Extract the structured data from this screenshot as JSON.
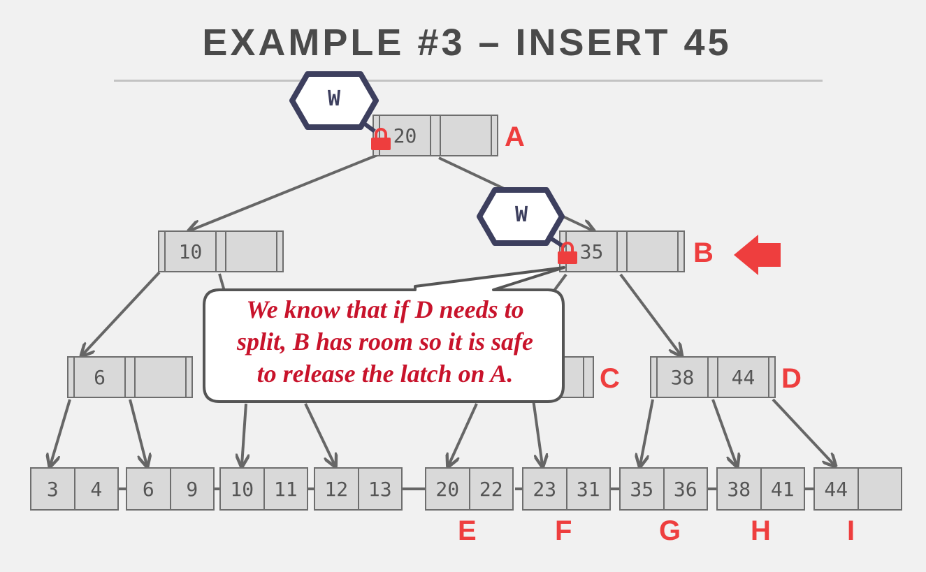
{
  "title": "EXAMPLE #3 – INSERT 45",
  "latch_label": "W",
  "nodes": {
    "A": {
      "keys": [
        "20",
        ""
      ],
      "label": "A"
    },
    "B": {
      "keys": [
        "35",
        ""
      ],
      "label": "B"
    },
    "root_left": {
      "keys": [
        "10",
        ""
      ]
    },
    "left_inner": {
      "keys": [
        "6",
        ""
      ]
    },
    "C": {
      "label": "C"
    },
    "D": {
      "keys": [
        "38",
        "44"
      ],
      "label": "D"
    }
  },
  "leaves": [
    {
      "keys": [
        "3",
        "4"
      ]
    },
    {
      "keys": [
        "6",
        "9"
      ]
    },
    {
      "keys": [
        "10",
        "11"
      ]
    },
    {
      "keys": [
        "12",
        "13"
      ]
    },
    {
      "keys": [
        "20",
        "22"
      ],
      "label": "E"
    },
    {
      "keys": [
        "23",
        "31"
      ],
      "label": "F"
    },
    {
      "keys": [
        "35",
        "36"
      ],
      "label": "G"
    },
    {
      "keys": [
        "38",
        "41"
      ],
      "label": "H"
    },
    {
      "keys": [
        "44",
        ""
      ],
      "label": "I"
    }
  ],
  "callout": {
    "lines": [
      "We know that if D needs to",
      "split, B has room so it is safe",
      "to release the latch on A."
    ]
  },
  "colors": {
    "accent": "#ee3e3e",
    "latch_border": "#3d3f5e",
    "node_fill": "#d9d9d9",
    "edge": "#666666"
  }
}
